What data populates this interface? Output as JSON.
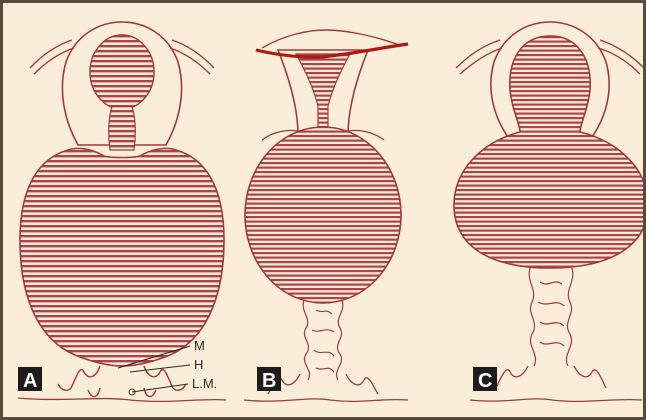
{
  "colors": {
    "border": "#5a4a3c",
    "background": "#faeed9",
    "outline": "#a03a3a",
    "stripe": "#b0434a",
    "badge": "#1c1c1c",
    "rim": "#b01818"
  },
  "panels": [
    {
      "id": "A",
      "label": "A"
    },
    {
      "id": "B",
      "label": "B"
    },
    {
      "id": "C",
      "label": "C"
    }
  ],
  "annotations": {
    "m": "M",
    "h": "H",
    "lm": "L.M."
  }
}
